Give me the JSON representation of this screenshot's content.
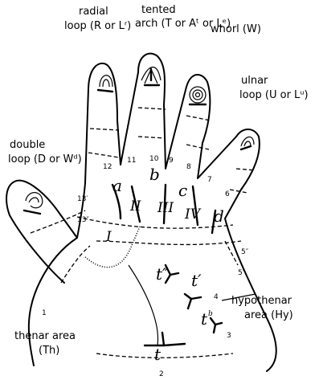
{
  "labels": {
    "radial_loop": [
      "radial",
      "loop (R or Lʳ)"
    ],
    "tented_arch": [
      "tented",
      "arch (T or Aᵗ or Lᵉ)"
    ],
    "whorl": [
      "whorl (W)"
    ],
    "ulnar_loop": [
      "ulnar",
      "loop (U or Lᵘ)"
    ],
    "double_loop": [
      "double",
      "loop (D or Wᵈ)"
    ],
    "hypothenar": [
      "hypothenar",
      "area (Hy)"
    ],
    "thenar": [
      "thenar area",
      "(Th)"
    ]
  },
  "interdigital_areas": [
    "I",
    "II",
    "III",
    "IV"
  ],
  "triradii": {
    "a": "a",
    "b": "b",
    "c": "c",
    "d": "d",
    "t": "t",
    "t_prime": "t′",
    "t_double": "t″",
    "t_b_base": "t",
    "t_b_sup": "b"
  },
  "crease_numbers": {
    "n1": "1",
    "n2": "2",
    "n3": "3",
    "n4": "4",
    "n5p": "5′",
    "n5pp": "5″",
    "n6": "6",
    "n7": "7",
    "n8": "8",
    "n9": "9",
    "n10": "10",
    "n11": "11",
    "n12": "12",
    "n13p": "13′",
    "n13pp": "13″"
  }
}
